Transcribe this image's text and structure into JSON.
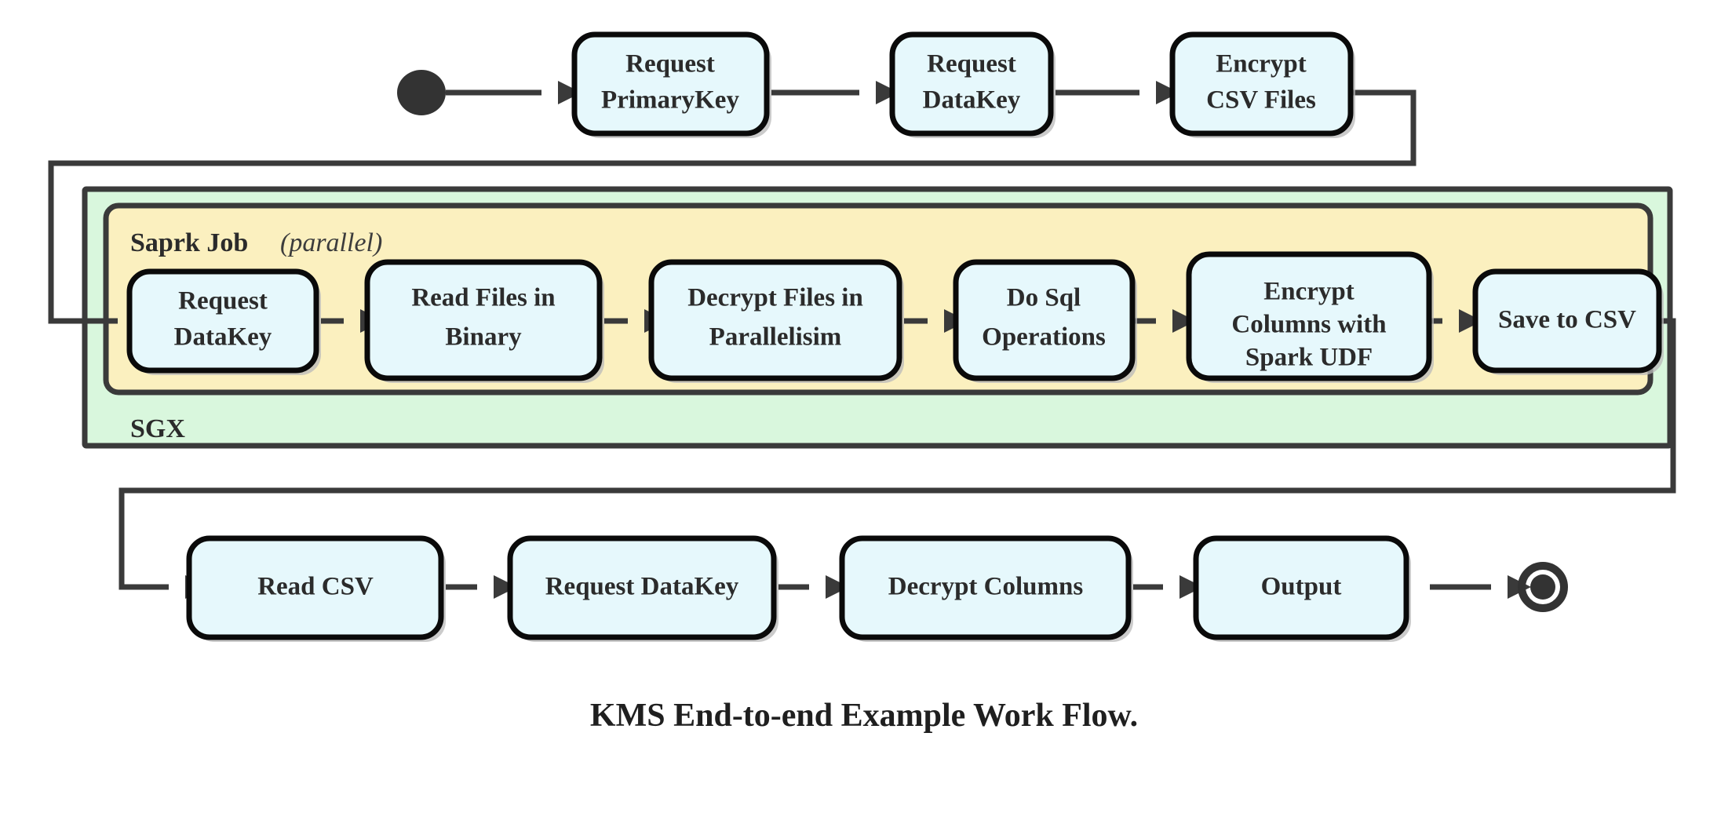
{
  "diagram": {
    "caption": "KMS End-to-end Example Work Flow.",
    "colors": {
      "node_fill": "#e6f8fc",
      "node_stroke": "#0a0a0a",
      "sgx_fill": "#d9f7dd",
      "spark_fill": "#fbf0bf",
      "edge": "#3a3a3a",
      "text": "#2b2b2b"
    },
    "start_node": {
      "name": "start-node",
      "shape": "filled-circle"
    },
    "end_node": {
      "name": "end-node",
      "shape": "final-state-ring"
    },
    "containers": {
      "sgx": {
        "label": "SGX"
      },
      "spark": {
        "label_bold": "Saprk Job",
        "label_italic": "(parallel)"
      }
    },
    "rows": {
      "top": {
        "name": "top-row",
        "nodes": [
          {
            "id": "request-primarykey",
            "lines": [
              "Request",
              "PrimaryKey"
            ]
          },
          {
            "id": "request-datakey-top",
            "lines": [
              "Request",
              "DataKey"
            ]
          },
          {
            "id": "encrypt-csv-files",
            "lines": [
              "Encrypt",
              "CSV Files"
            ]
          }
        ]
      },
      "spark": {
        "name": "spark-row",
        "nodes": [
          {
            "id": "request-datakey-spark",
            "lines": [
              "Request",
              "DataKey"
            ]
          },
          {
            "id": "read-files-in-binary",
            "lines": [
              "Read Files in",
              "Binary"
            ]
          },
          {
            "id": "decrypt-files-in-parallelisim",
            "lines": [
              "Decrypt Files in",
              "Parallelisim"
            ]
          },
          {
            "id": "do-sql-operations",
            "lines": [
              "Do Sql",
              "Operations"
            ]
          },
          {
            "id": "encrypt-columns-with-spark-udf",
            "lines": [
              "Encrypt",
              "Columns with",
              "Spark UDF"
            ]
          },
          {
            "id": "save-to-csv",
            "lines": [
              "Save to CSV"
            ]
          }
        ]
      },
      "bottom": {
        "name": "bottom-row",
        "nodes": [
          {
            "id": "read-csv",
            "lines": [
              "Read CSV"
            ]
          },
          {
            "id": "request-datakey-bottom",
            "lines": [
              "Request DataKey"
            ]
          },
          {
            "id": "decrypt-columns",
            "lines": [
              "Decrypt Columns"
            ]
          },
          {
            "id": "output",
            "lines": [
              "Output"
            ]
          }
        ]
      }
    }
  }
}
